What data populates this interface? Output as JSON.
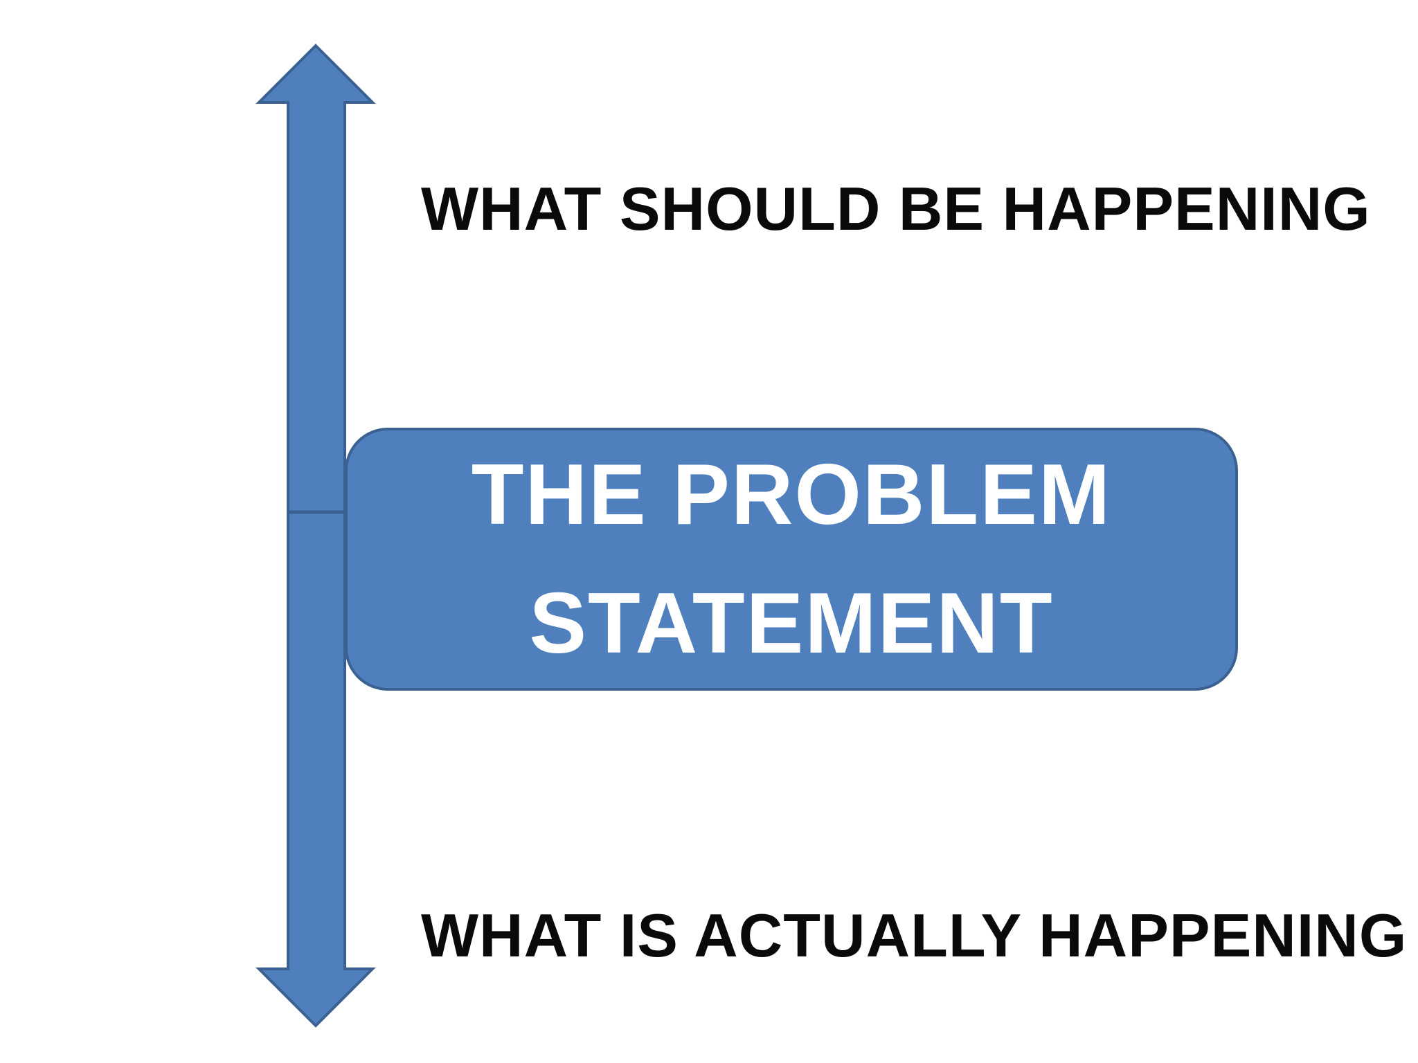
{
  "diagram": {
    "top_label": "WHAT SHOULD BE HAPPENING",
    "bottom_label": "WHAT IS ACTUALLY HAPPENING",
    "center_box": {
      "line1": "THE PROBLEM",
      "line2": "STATEMENT"
    }
  },
  "colors": {
    "arrow_fill": "#4f80bd",
    "arrow_stroke": "#3a6191",
    "box_fill": "#4f80bd",
    "box_text": "#ffffff",
    "label_text": "#0a0a0a"
  },
  "icons": {
    "arrow": "double-headed-vertical-arrow"
  }
}
